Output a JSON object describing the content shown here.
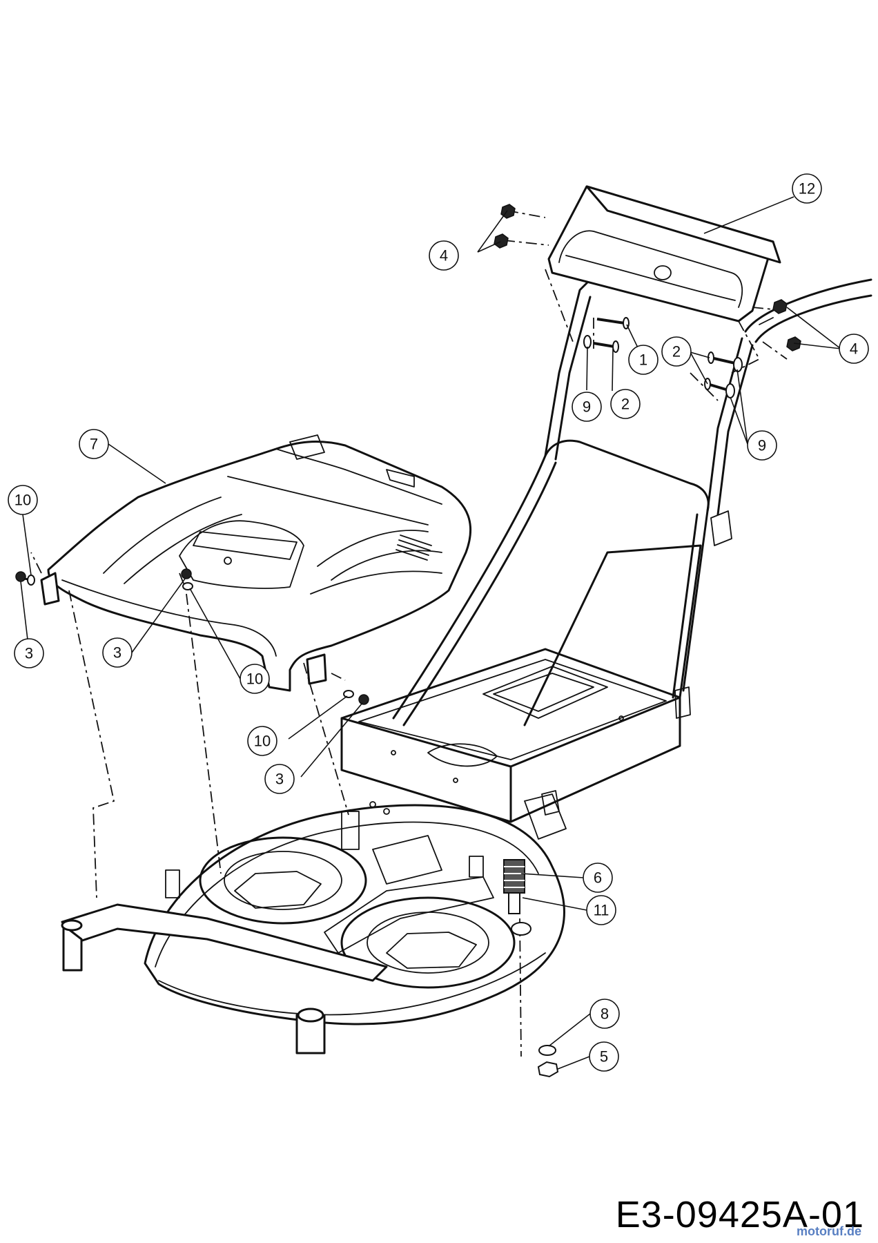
{
  "diagram": {
    "reference_code": "E3-09425A-01",
    "watermark": "motoruf.de",
    "callouts": [
      {
        "id": "c12",
        "label": "12"
      },
      {
        "id": "c4a",
        "label": "4"
      },
      {
        "id": "c4b",
        "label": "4"
      },
      {
        "id": "c1",
        "label": "1"
      },
      {
        "id": "c2a",
        "label": "2"
      },
      {
        "id": "c2b",
        "label": "2"
      },
      {
        "id": "c9a",
        "label": "9"
      },
      {
        "id": "c9b",
        "label": "9"
      },
      {
        "id": "c7",
        "label": "7"
      },
      {
        "id": "c10a",
        "label": "10"
      },
      {
        "id": "c10b",
        "label": "10"
      },
      {
        "id": "c10c",
        "label": "10"
      },
      {
        "id": "c3a",
        "label": "3"
      },
      {
        "id": "c3b",
        "label": "3"
      },
      {
        "id": "c3c",
        "label": "3"
      },
      {
        "id": "c6",
        "label": "6"
      },
      {
        "id": "c11",
        "label": "11"
      },
      {
        "id": "c8",
        "label": "8"
      },
      {
        "id": "c5",
        "label": "5"
      }
    ]
  }
}
